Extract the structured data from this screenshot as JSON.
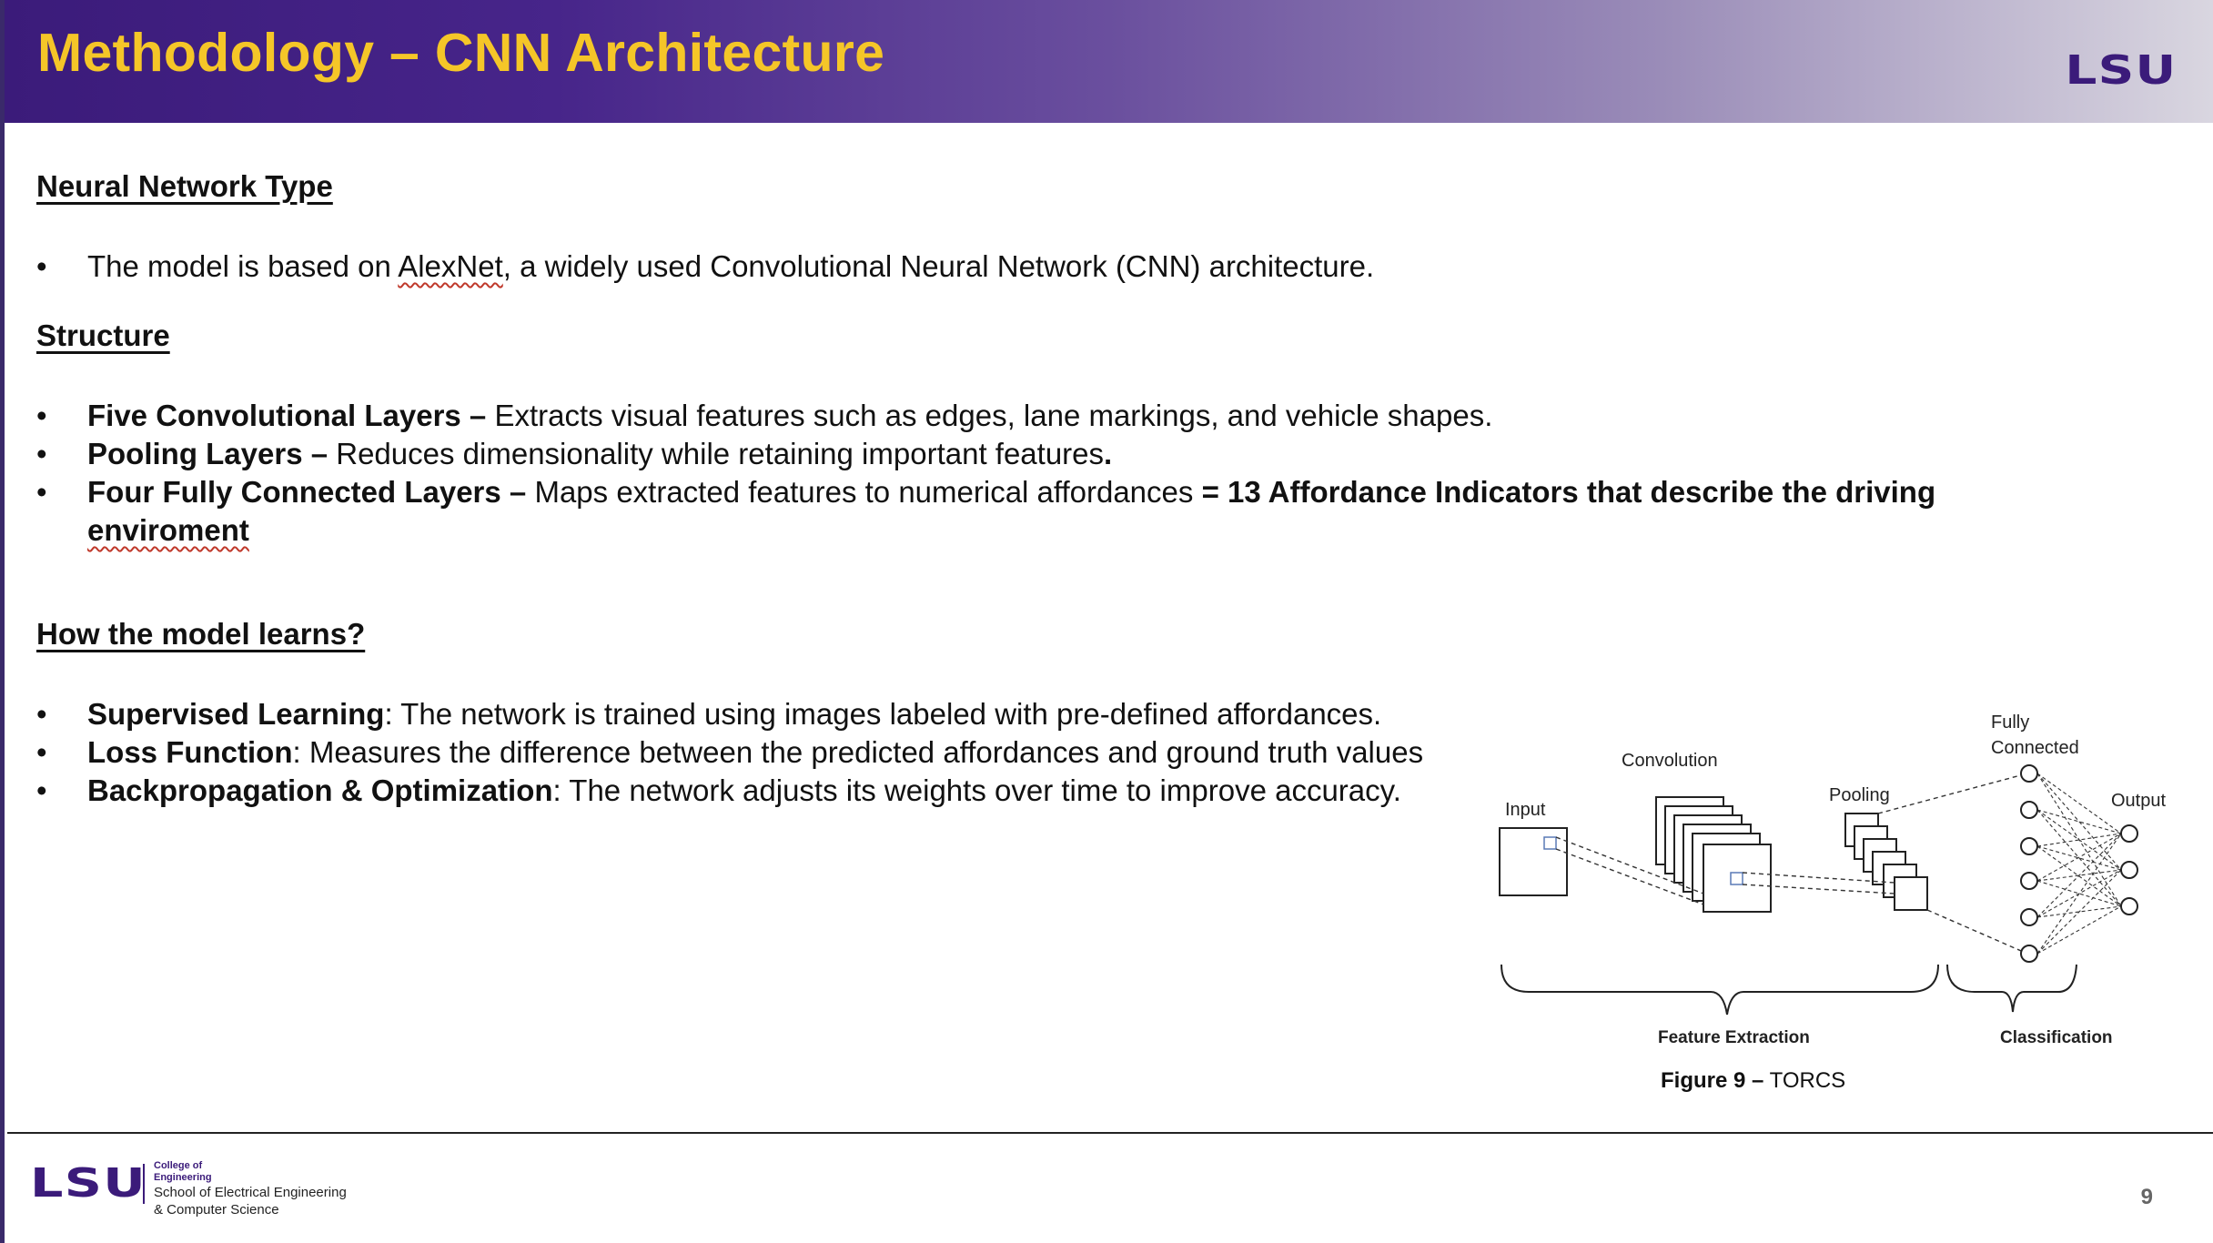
{
  "slide": {
    "title": "Methodology – CNN Architecture",
    "logo_text": "LSU",
    "page_number": "9"
  },
  "sections": {
    "network_type": {
      "heading": "Neural Network Type",
      "bullet1": {
        "pre": "The model is based on ",
        "link": "AlexNet",
        "post": ", a widely used Convolutional Neural Network (CNN) architecture."
      }
    },
    "structure": {
      "heading": "Structure",
      "items": [
        {
          "bold": "Five Convolutional Layers – ",
          "text": "Extracts visual features such as edges, lane markings, and vehicle shapes."
        },
        {
          "bold": "Pooling Layers – ",
          "text": "Reduces dimensionality while retaining important features",
          "end_bold": "."
        },
        {
          "bold": "Four Fully Connected Layers – ",
          "text": "Maps extracted features to numerical affordances ",
          "bold2": "= 13 Affordance Indicators that describe the driving ",
          "bold2_wavy": "enviroment"
        }
      ]
    },
    "learning": {
      "heading": "How the model learns?",
      "items": [
        {
          "bold": "Supervised Learning",
          "text": ": The network is trained using images labeled with pre-defined affordances."
        },
        {
          "bold": "Loss Function",
          "text": ": Measures the difference between the predicted affordances and ground truth values"
        },
        {
          "bold": "Backpropagation & Optimization",
          "text": ": The network adjusts its weights over time to improve accuracy."
        }
      ]
    }
  },
  "figure": {
    "labels": {
      "input": "Input",
      "convolution": "Convolution",
      "pooling": "Pooling",
      "fully_connected_1": "Fully",
      "fully_connected_2": "Connected",
      "output": "Output",
      "feature_extraction": "Feature Extraction",
      "classification": "Classification"
    },
    "caption_bold": "Figure 9 –",
    "caption_text": " TORCS"
  },
  "footer": {
    "logo_text": "LSU",
    "college_of": "College of",
    "engineering": "Engineering",
    "school_line1": "School of Electrical Engineering",
    "school_line2": "& Computer Science"
  }
}
